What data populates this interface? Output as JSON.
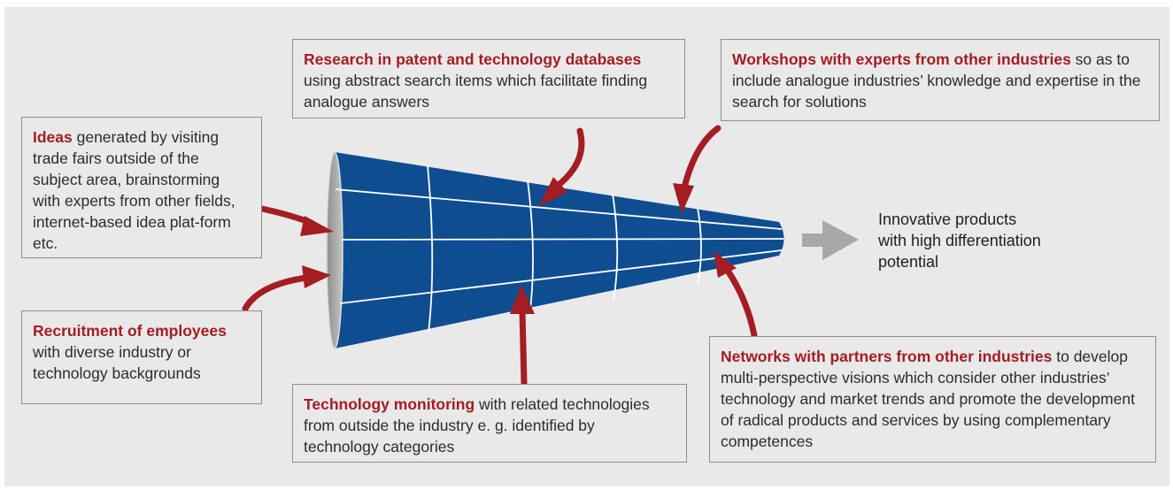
{
  "boxes": {
    "ideas": {
      "heading": "Ideas",
      "text": " generated by visiting trade fairs outside of the subject area, brainstorming with experts from other fields, internet-based idea plat-form etc."
    },
    "patents": {
      "heading": "Research in patent and technology databases",
      "text": " using abstract search items which facilitate finding analogue answers"
    },
    "workshops": {
      "heading": "Workshops with experts from other industries",
      "text": " so as to include analogue industries’ knowledge and expertise in the search for solutions"
    },
    "recruitment": {
      "heading": "Recruitment of employees",
      "text": " with diverse industry or technology backgrounds"
    },
    "monitoring": {
      "heading": "Technology monitoring",
      "text": " with related technologies from outside the industry e. g. identified by technology categories"
    },
    "networks": {
      "heading": "Networks with partners from other industries",
      "text": " to develop multi-perspective visions which consider other industries’ technology and market trends and promote the development of radical products and services by using complementary competences"
    }
  },
  "outcome": {
    "lines": [
      "Innovative products",
      "with high differentiation",
      "potential"
    ]
  },
  "colors": {
    "funnel_blue": "#0f4d91",
    "funnel_mouth": "#a9a9a9",
    "arrow_red": "#a41d22",
    "output_arrow": "#a8a8a8",
    "background": "#e9e9e9",
    "box_border": "#8f8f8f"
  }
}
